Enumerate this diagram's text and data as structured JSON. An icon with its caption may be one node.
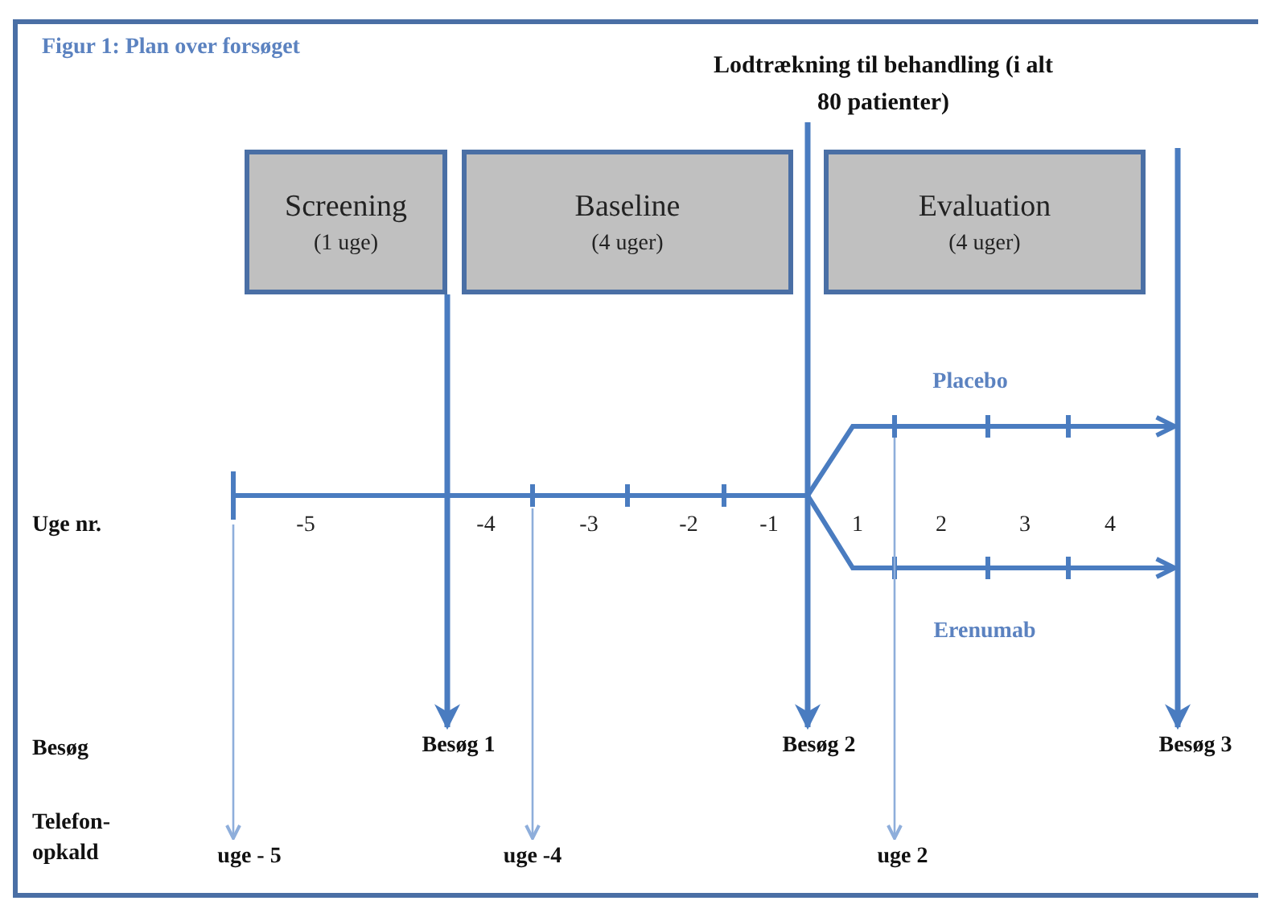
{
  "diagram": {
    "title": "Figur 1: Plan over forsøget",
    "nodes": [
      {
        "text": [
          "Screening",
          "(1 uge)"
        ]
      },
      {
        "text": [
          "Baseline",
          "(4 uger)"
        ]
      },
      {
        "text": [
          "Evaluation",
          "(4 uger)"
        ]
      },
      {
        "text": [
          "Lodtrækning til behandling (i alt 80 patienter)"
        ]
      },
      {
        "text": [
          "Besøg 1"
        ]
      },
      {
        "text": [
          "Besøg 2"
        ]
      },
      {
        "text": [
          "Besøg 3"
        ]
      },
      {
        "text": [
          "uge - 5"
        ]
      },
      {
        "text": [
          "uge -4"
        ]
      },
      {
        "text": [
          "uge 2"
        ]
      }
    ],
    "edges": [
      {
        "from": 0,
        "to": 4,
        "arrow": "to",
        "style": "thick"
      },
      {
        "from": 3,
        "to": 5,
        "arrow": "to",
        "style": "thick"
      },
      {
        "from": null,
        "to": 6,
        "arrow": "to",
        "style": "thick"
      },
      {
        "from": null,
        "to": 7,
        "arrow": "to",
        "color": "#8eaedb"
      },
      {
        "from": null,
        "to": 8,
        "arrow": "to",
        "color": "#8eaedb"
      },
      {
        "from": null,
        "to": 9,
        "arrow": "to",
        "color": "#8eaedb"
      }
    ],
    "labels": [
      "Placebo",
      "Uge nr.",
      "-5",
      "-4",
      "-3",
      "-2",
      "-1",
      "1",
      "2",
      "3",
      "4",
      "Erenumab",
      "Besøg",
      "Telefon- opkald"
    ]
  }
}
